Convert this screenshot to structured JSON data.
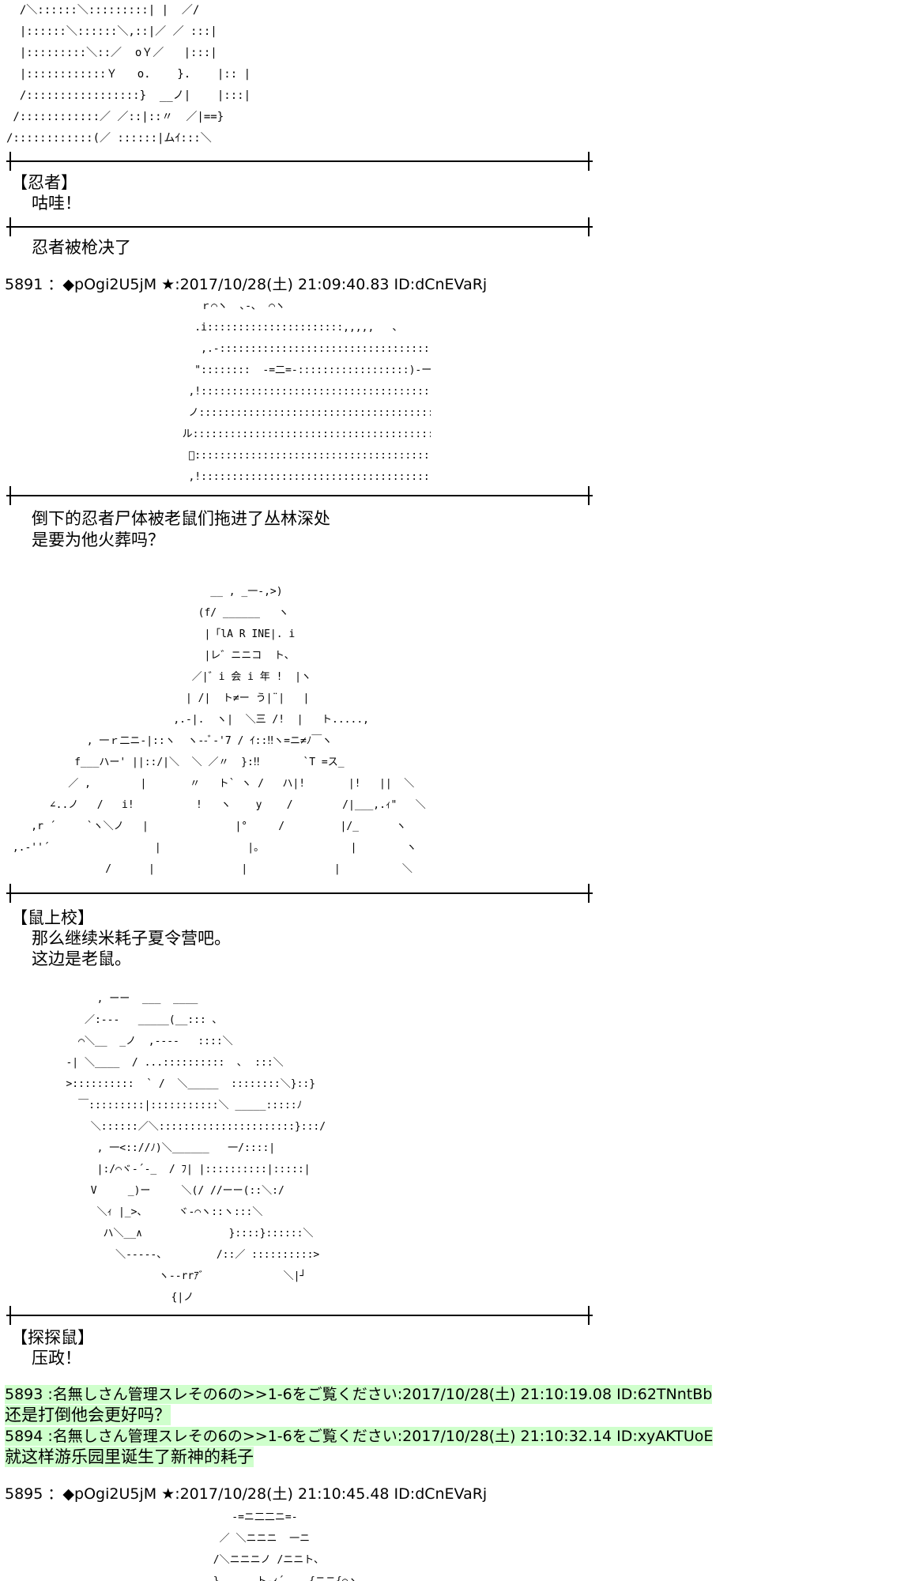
{
  "ascii": {
    "top": "  /＼::::::＼:::::::::| |  ／/\n  |::::::＼::::::＼,::|／ ／ :::|\n  |:::::::::＼::／  oＹ／   |:::|\n  |::::::::::::Ｙ   o.    }.    |:: |\n  /:::::::::::::::::}  __ノ|    |:::|\n /::::::::::::／ ／::|::〃  ／|==}\n/::::::::::::(／ ::::::|ムｲ:::＼",
    "rat1": "     ｒ⌒ヽ  ､-､  ⌒ヽ\n    .i::::::::::::::::::::::,,,,,   ､\n     ,.-::::::::::::::::::::::::::::::::::::ヽ\n    \"::::::::  -=二=-::::::::::::::::::)-ー\n   ,!::::::::::::::::::::::::::::::::::::::::::ｒﾉｰ､\n   ノ::::::::::::::::::::::::::::::::::::::::::::::/\n  ル:::::::::::::::::::::::::::::::::::::::::::／\n   ﾞ::::::::::::::::::::::::::::::::::::::::::::i､\n   ,!::::::::::::::::::::::::::::::::::::::::::::::::､",
    "marine": "                                 __ , _一-,>)\n                               (f/ ______   ヽ\n                                |「lA R INE|. i\n                                |レ゛ニニコ  ト、\n                              ／|゛i 会 i 年 !  |ヽ\n                             | /|  ト≠ー う|¨|   |\n                           ,.-|.  ヽ|  ＼三 /!  |   ト.....,\n             , 一ｒ二ニ-|::ヽ  ヽ--ﾞ-'7 / ｲ::‼ヽ=ニ≠ﾉ￣ヽ\n           f___ハー' ||::/|＼  ＼ ／〃  }:‼       `T =ス_\n          ／ ,        |       〃   ト` ヽ /   ハ|!       |!   ||  ＼\n       ∠..ノ   /   i!          !   ヽ    y    /        /|___,.ｨ\"   ＼\n    ,r ´     `ヽ＼ノ   |              |°     /         |/_      ヽ\n ,.-''´                 |              |。              |        ヽ\n                /      |              |              |          ＼",
    "rat2": "        , ーー  ___  ____\n      ／:---   _____(__::: ､\n     ⌒＼__  _ノ  ,----   ::::＼\n   -| ＼____  / ...::::::::::  ､  :::＼\n   >::::::::::  ` /  ＼_____  ::::::::＼}::}\n     ￣:::::::::|:::::::::::＼ _____:::::ﾉ\n       ＼::::::／＼::::::::::::::::::::::}:::/\n        , 一<:://ﾉ)＼______   一/::::|\n        |:/⌒ヾ-´-_  / ﾌ| |::::::::::|:::::|\n       V     _)ー     ＼(/ //ーー(::＼:/\n        ＼ｨ |_>、     ヾ-⌒ヽ::ヽ:::＼\n         ハ＼__∧              }::::}::::::＼\n           ＼-----、        /::／ ::::::::::>\n                  ヽ--rrｱ゛            ＼|┘\n                    {|ノ",
    "last": "          -=ニ二二ニ=-\n        ／ ＼ニニニ  一ニ\n       /＼ニニニノ /ニニト、\n       }      ト-ｨ´    {ニニ{⌒ヽ"
  },
  "blocks": {
    "ninja_speaker": "【忍者】",
    "ninja_line": "咕哇！",
    "narr1": "忍者被枪决了",
    "post5891": "5891 ：◆pOgi2U5jM ★:2017/10/28(土) 21:09:40.83 ID:dCnEVaRj",
    "narr2a": "倒下的忍者尸体被老鼠们拖进了丛林深处",
    "narr2b": "是要为他火葬吗？",
    "colonel_speaker": "【鼠上校】",
    "colonel_line1": "那么继续米耗子夏令营吧。",
    "colonel_line2": "这边是老鼠。",
    "scout_speaker": "【探探鼠】",
    "scout_line": "压政！",
    "post5893": "5893 :名無しさん管理スレその6の>>1-6をご覧ください:2017/10/28(土) 21:10:19.08 ID:62TNntBb",
    "reply5893": "还是打倒他会更好吗？",
    "post5894": "5894 :名無しさん管理スレその6の>>1-6をご覧ください:2017/10/28(土) 21:10:32.14 ID:xyAKTUoE",
    "reply5894": "就这样游乐园里诞生了新神的耗子",
    "post5895": "5895 ：◆pOgi2U5jM ★:2017/10/28(土) 21:10:45.48 ID:dCnEVaRj"
  },
  "colors": {
    "highlight": "#cfffcc",
    "link": "#0000ff",
    "text": "#000000"
  }
}
